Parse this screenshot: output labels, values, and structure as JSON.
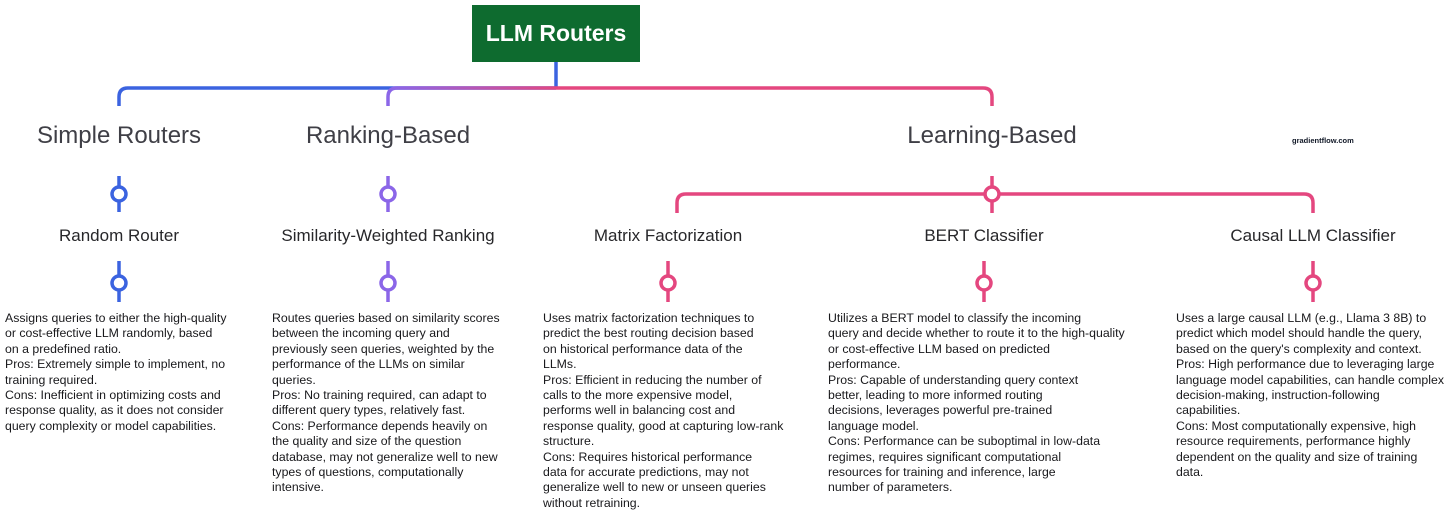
{
  "title": "LLM Routers",
  "watermark": "gradientflow.com",
  "colors": {
    "title_bg": "#0e6b2f",
    "simple": "#3b63e0",
    "ranking": "#8b66e8",
    "learning": "#e4477f"
  },
  "categories": {
    "simple": "Simple Routers",
    "ranking": "Ranking-Based",
    "learning": "Learning-Based"
  },
  "methods": [
    {
      "name": "Random Router",
      "description": "Assigns queries to either the high-quality\nor cost-effective LLM randomly, based\non a predefined ratio.\nPros: Extremely simple to implement, no\ntraining required.\nCons: Inefficient in optimizing costs and\nresponse quality, as it does not consider\nquery complexity or model capabilities."
    },
    {
      "name": "Similarity-Weighted Ranking",
      "description": "Routes queries based on similarity scores\nbetween the incoming query and\npreviously seen queries, weighted by the\nperformance of the LLMs on similar\nqueries.\nPros: No training required, can adapt to\ndifferent query types, relatively fast.\nCons: Performance depends heavily on\nthe quality and size of the question\ndatabase, may not generalize well to new\ntypes of questions, computationally\nintensive."
    },
    {
      "name": "Matrix Factorization",
      "description": "Uses matrix factorization techniques to\npredict the best routing decision based\non historical performance data of the\nLLMs.\nPros: Efficient in reducing the number of\ncalls to the more expensive model,\nperforms well in balancing cost and\nresponse quality, good at capturing low-rank\nstructure.\nCons: Requires historical performance\ndata for accurate predictions, may not\ngeneralize well to new or unseen queries\nwithout retraining."
    },
    {
      "name": "BERT Classifier",
      "description": "Utilizes a BERT model to classify the incoming\nquery and decide whether to route it to the high-quality\nor cost-effective LLM based on predicted\nperformance.\nPros: Capable of understanding query context\nbetter, leading to more informed routing\ndecisions, leverages powerful pre-trained\nlanguage model.\nCons: Performance can be suboptimal in low-data\nregimes, requires significant computational\nresources for training and inference, large\nnumber of parameters."
    },
    {
      "name": "Causal LLM Classifier",
      "description": "Uses a large causal LLM (e.g., Llama 3 8B) to\npredict which model should handle the query,\nbased on the query's complexity and context.\nPros: High performance due to leveraging large\nlanguage model capabilities, can handle complex\ndecision-making, instruction-following\ncapabilities.\nCons: Most computationally expensive, high\nresource requirements, performance highly\ndependent on the quality and size of training\ndata."
    }
  ]
}
